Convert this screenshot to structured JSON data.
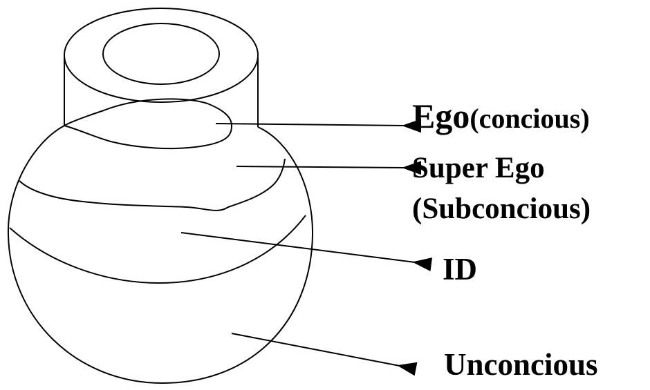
{
  "labels": {
    "ego": "Ego",
    "ego_paren": "(concious)",
    "super_ego_line1": "Super Ego",
    "super_ego_line2": "(Subconcious)",
    "id": "ID",
    "unconcious": "Unconcious"
  },
  "colors": {
    "ink": "#000000",
    "background": "#ffffff"
  }
}
